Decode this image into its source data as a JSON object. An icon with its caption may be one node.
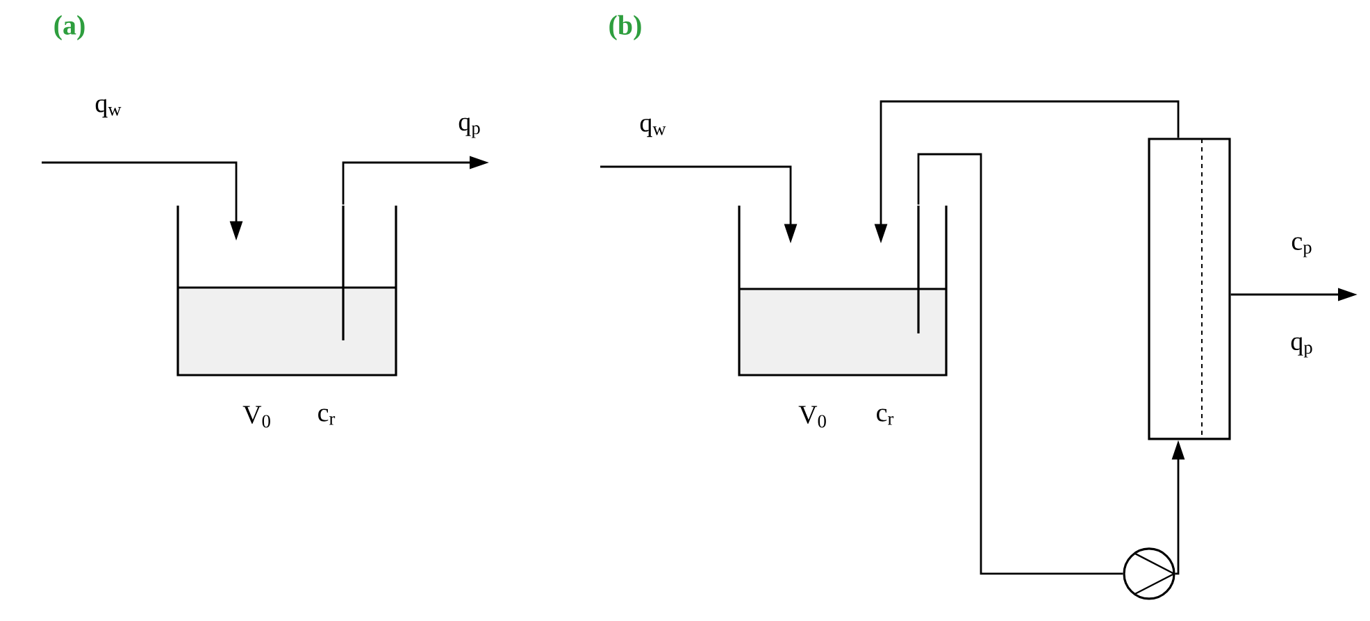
{
  "diagram": {
    "nodes": [
      {
        "text": [],
        "shape": "box",
        "beside": [
          "V$_{0}$",
          "c$_{r}$"
        ]
      },
      {
        "text": [],
        "shape": "box",
        "beside": [
          "V$_{0}$",
          "c$_{r}$"
        ]
      },
      {
        "text": [],
        "shape": "box"
      },
      {
        "text": [],
        "shape": "circle"
      }
    ],
    "edges": [
      {
        "from": null,
        "to": 0,
        "arrow": "to",
        "label": "q$_{w}$"
      },
      {
        "from": 0,
        "to": null,
        "arrow": "to",
        "label": "q$_{p}$"
      },
      {
        "from": null,
        "to": 1,
        "arrow": "to",
        "label": "q$_{w}$"
      },
      {
        "from": 1,
        "to": 3,
        "arrow": "none"
      },
      {
        "from": 3,
        "to": 2,
        "arrow": "to"
      },
      {
        "from": 2,
        "to": 1,
        "arrow": "to"
      },
      {
        "from": 2,
        "to": null,
        "arrow": "to",
        "label": "c$_{p}$"
      }
    ],
    "labels": [
      "(a)",
      "(b)",
      "q$_{p}$"
    ]
  }
}
